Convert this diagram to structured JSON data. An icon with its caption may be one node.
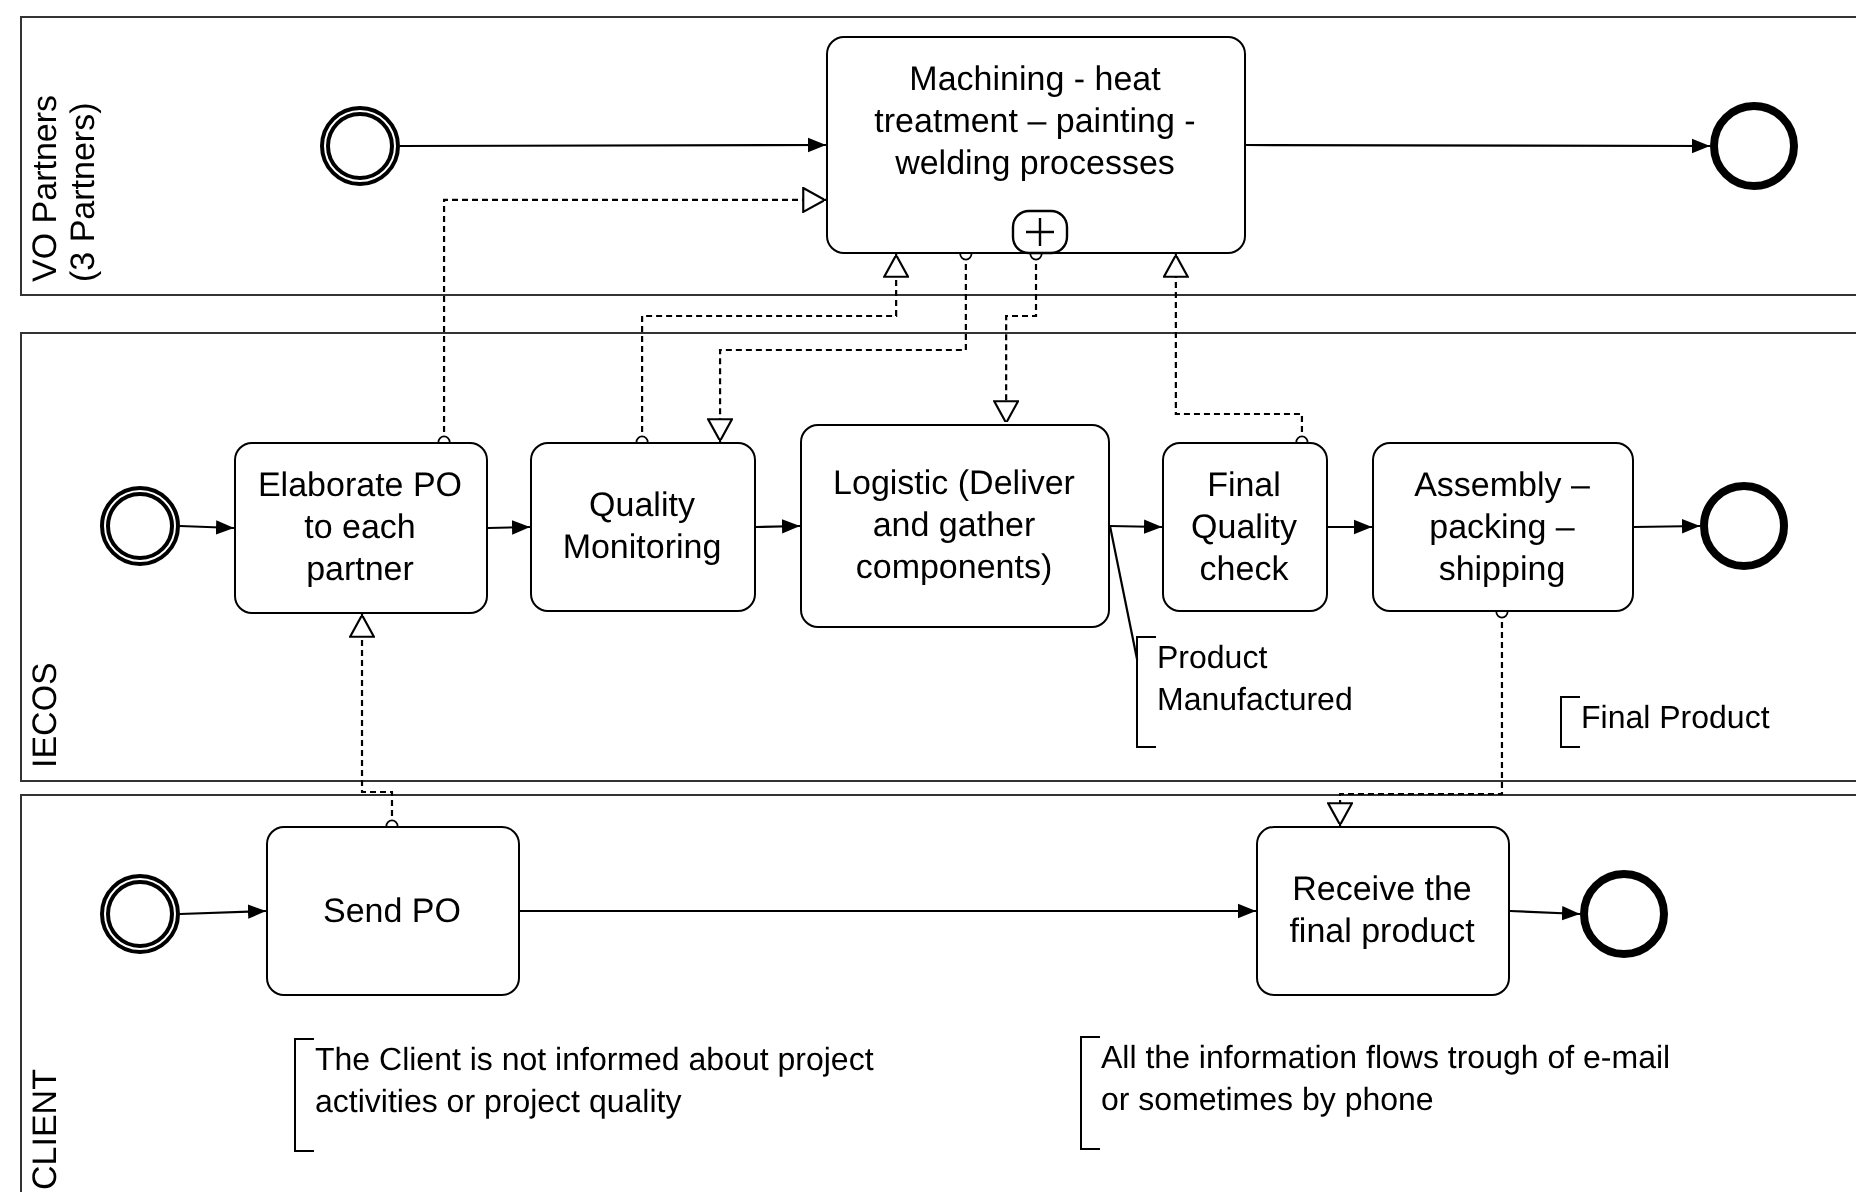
{
  "diagram": {
    "nodes": [
      {
        "text": [
          "VO Partners (3 Partners)"
        ]
      },
      {
        "text": [
          "IECOS"
        ]
      },
      {
        "text": [
          "CLIENT"
        ]
      },
      {
        "text": [],
        "shape": "circle",
        "in": 0
      },
      {
        "text": [
          "Machining - heat treatment – painting - welding  processes"
        ],
        "in": 0
      },
      {
        "text": [],
        "shape": "circle",
        "in": 0
      },
      {
        "text": [],
        "shape": "circle",
        "in": 1
      },
      {
        "text": [
          "Elaborate PO to each partner"
        ],
        "in": 1
      },
      {
        "text": [
          "Quality Monitoring"
        ],
        "in": 1
      },
      {
        "text": [
          "Logistic (Deliver and gather components)"
        ],
        "in": 1
      },
      {
        "text": [
          "Final Quality check"
        ],
        "in": 1
      },
      {
        "text": [
          "Assembly – packing – shipping"
        ],
        "in": 1
      },
      {
        "text": [],
        "shape": "circle",
        "in": 1
      },
      {
        "text": [
          "Product Manufactured"
        ],
        "in": 1
      },
      {
        "text": [
          "Final Product"
        ],
        "in": 1
      },
      {
        "text": [],
        "shape": "circle",
        "in": 2
      },
      {
        "text": [
          "Send PO"
        ],
        "in": 2
      },
      {
        "text": [
          "Receive the final product"
        ],
        "in": 2
      },
      {
        "text": [],
        "shape": "circle",
        "in": 2
      },
      {
        "text": [
          "The Client is not informed about project activities or project quality"
        ],
        "in": 2
      },
      {
        "text": [
          "All the information flows trough of e-mail or sometimes by phone"
        ],
        "in": 2
      }
    ],
    "edges": [
      {
        "from": 3,
        "to": 4,
        "arrow": "to"
      },
      {
        "from": 4,
        "to": 5,
        "arrow": "to"
      },
      {
        "from": 6,
        "to": 7,
        "arrow": "to"
      },
      {
        "from": 7,
        "to": 8,
        "arrow": "to"
      },
      {
        "from": 8,
        "to": 9,
        "arrow": "to"
      },
      {
        "from": 9,
        "to": 10,
        "arrow": "to"
      },
      {
        "from": 10,
        "to": 11,
        "arrow": "to"
      },
      {
        "from": 11,
        "to": 12,
        "arrow": "to"
      },
      {
        "from": 15,
        "to": 16,
        "arrow": "to"
      },
      {
        "from": 16,
        "to": 17,
        "arrow": "to"
      },
      {
        "from": 17,
        "to": 18,
        "arrow": "to"
      },
      {
        "from": 7,
        "to": 4,
        "arrow": "to",
        "style": "dashed"
      },
      {
        "from": 8,
        "to": 4,
        "arrow": "to",
        "style": "dashed"
      },
      {
        "from": 4,
        "to": 8,
        "arrow": "to",
        "style": "dashed"
      },
      {
        "from": 4,
        "to": 9,
        "arrow": "to",
        "style": "dashed"
      },
      {
        "from": 10,
        "to": 4,
        "arrow": "to",
        "style": "dashed"
      },
      {
        "from": 16,
        "to": 7,
        "arrow": "to",
        "style": "dashed"
      },
      {
        "from": 11,
        "to": 17,
        "arrow": "to",
        "style": "dashed"
      },
      {
        "from": 13,
        "to": 9,
        "arrow": "none"
      }
    ]
  }
}
